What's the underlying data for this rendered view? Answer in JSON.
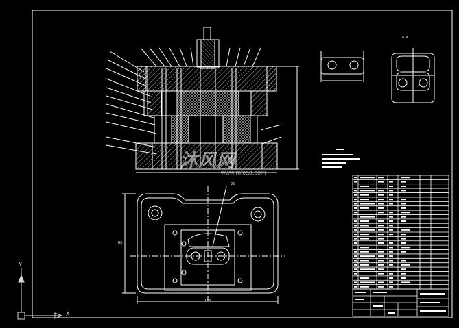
{
  "colors": {
    "background": "#000000",
    "line": "#ffffff",
    "hatch": "#ffffff",
    "axis_y": "#d8d8d8",
    "watermark": "#ffffff"
  },
  "watermark": {
    "brand": "沐风网",
    "site": "www.mfcad.com",
    "logo_icon": "mf-swirl-logo-icon"
  },
  "labels": {
    "dimension_bottom": "183",
    "dimension_side": "83",
    "top_right_view": "A-A",
    "part_label": "26"
  },
  "ucs": {
    "x_label": "X",
    "y_label": "Y",
    "icon": "ucs-axis-icon"
  }
}
